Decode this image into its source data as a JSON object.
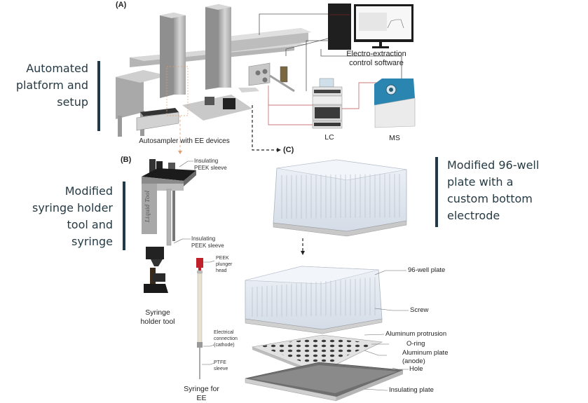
{
  "side_labels": {
    "automated_platform": [
      "Automated",
      "platform and",
      "setup"
    ],
    "syringe_holder": [
      "Modified",
      "syringe holder",
      "tool and",
      "syringe"
    ],
    "well_plate": [
      "Modified 96-well",
      "plate with a",
      "custom bottom",
      "electrode"
    ]
  },
  "colors": {
    "label_text": "#263a44",
    "accent_bar": "#1f3a48",
    "connection_line": "#c97a7a",
    "ms_blue": "#2a86b0",
    "syringe_red": "#c0202a",
    "guide_orange": "#e0a070"
  },
  "panel_a": {
    "letter": "(A)",
    "autosampler_caption": "Autosampler with EE devices",
    "software_caption": [
      "Electro-extraction",
      "control software"
    ],
    "lc_label": "LC",
    "ms_label": "MS"
  },
  "panel_b": {
    "letter": "(B)",
    "tool_brand": "Liquid Tool",
    "callouts": {
      "peek_sleeve_top": [
        "Insulating",
        "PEEK sleeve"
      ],
      "peek_sleeve_bottom": [
        "Insulating",
        "PEEK sleeve"
      ],
      "plunger_head": [
        "PEEK",
        "plunger",
        "head"
      ],
      "electrical": [
        "Electrical",
        "connection",
        "(cathode)"
      ],
      "ptfe": [
        "PTFE",
        "sleeve"
      ]
    },
    "holder_caption": [
      "Syringe",
      "holder tool"
    ],
    "syringe_caption": [
      "Syringe for",
      "EE"
    ]
  },
  "panel_c": {
    "letter": "(C)",
    "callouts": {
      "well_plate": "96-well plate",
      "screw": "Screw",
      "protrusion": "Aluminum protrusion",
      "oring": "O-ring",
      "aluminum_plate": [
        "Aluminum plate",
        "(anode)"
      ],
      "hole": "Hole",
      "insulating_plate": "Insulating plate"
    }
  }
}
